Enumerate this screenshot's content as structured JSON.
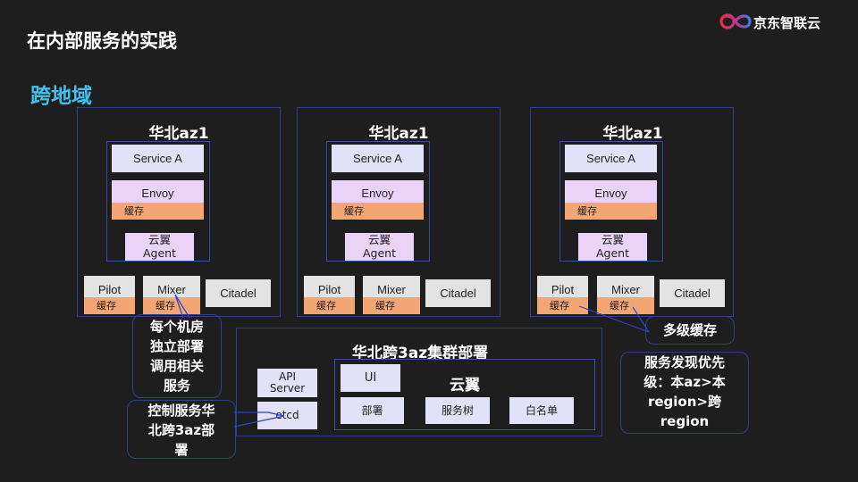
{
  "header": {
    "title": "在内部服务的实践",
    "subtitle": "跨地域",
    "logo_text": "京东智联云"
  },
  "regions": [
    {
      "title": "华北az1",
      "service": "Service A",
      "envoy": "Envoy",
      "cache": "缓存",
      "agent_line1": "云翼",
      "agent_line2": "Agent",
      "pilot": "Pilot",
      "pilot_cache": "缓存",
      "mixer": "Mixer",
      "mixer_cache": "缓存",
      "citadel": "Citadel"
    },
    {
      "title": "华北az1",
      "service": "Service A",
      "envoy": "Envoy",
      "cache": "缓存",
      "agent_line1": "云翼",
      "agent_line2": "Agent",
      "pilot": "Pilot",
      "pilot_cache": "缓存",
      "mixer": "Mixer",
      "mixer_cache": "缓存",
      "citadel": "Citadel"
    },
    {
      "title": "华北az1",
      "service": "Service A",
      "envoy": "Envoy",
      "cache": "缓存",
      "agent_line1": "云翼",
      "agent_line2": "Agent",
      "pilot": "Pilot",
      "pilot_cache": "缓存",
      "mixer": "Mixer",
      "mixer_cache": "缓存",
      "citadel": "Citadel"
    }
  ],
  "cluster": {
    "title": "华北跨3az集群部署",
    "api_line1": "API",
    "api_line2": "Server",
    "etcd": "etcd",
    "yunyi": {
      "title": "云翼",
      "ui": "UI",
      "deploy": "部署",
      "service_tree": "服务树",
      "whitelist": "白名单"
    }
  },
  "callouts": {
    "per_room": [
      "每个机房",
      "独立部署",
      "调用相关",
      "服务"
    ],
    "control": [
      "控制服务华",
      "北跨3az部",
      "署"
    ],
    "multilevel_cache": "多级缓存",
    "discovery": [
      "服务发现优先",
      "级：本az>本",
      "region>跨",
      "region"
    ]
  },
  "colors": {
    "background": "#1e1e1e",
    "accent": "#3fc3ee",
    "border": "#2e3f86",
    "service_fill": "#e1e1f8",
    "envoy_fill": "#e9d4f8",
    "cache_fill": "#f4a574",
    "gray_fill": "#e3e3e3"
  },
  "icons": [
    "jd-cloud-logo-icon"
  ]
}
